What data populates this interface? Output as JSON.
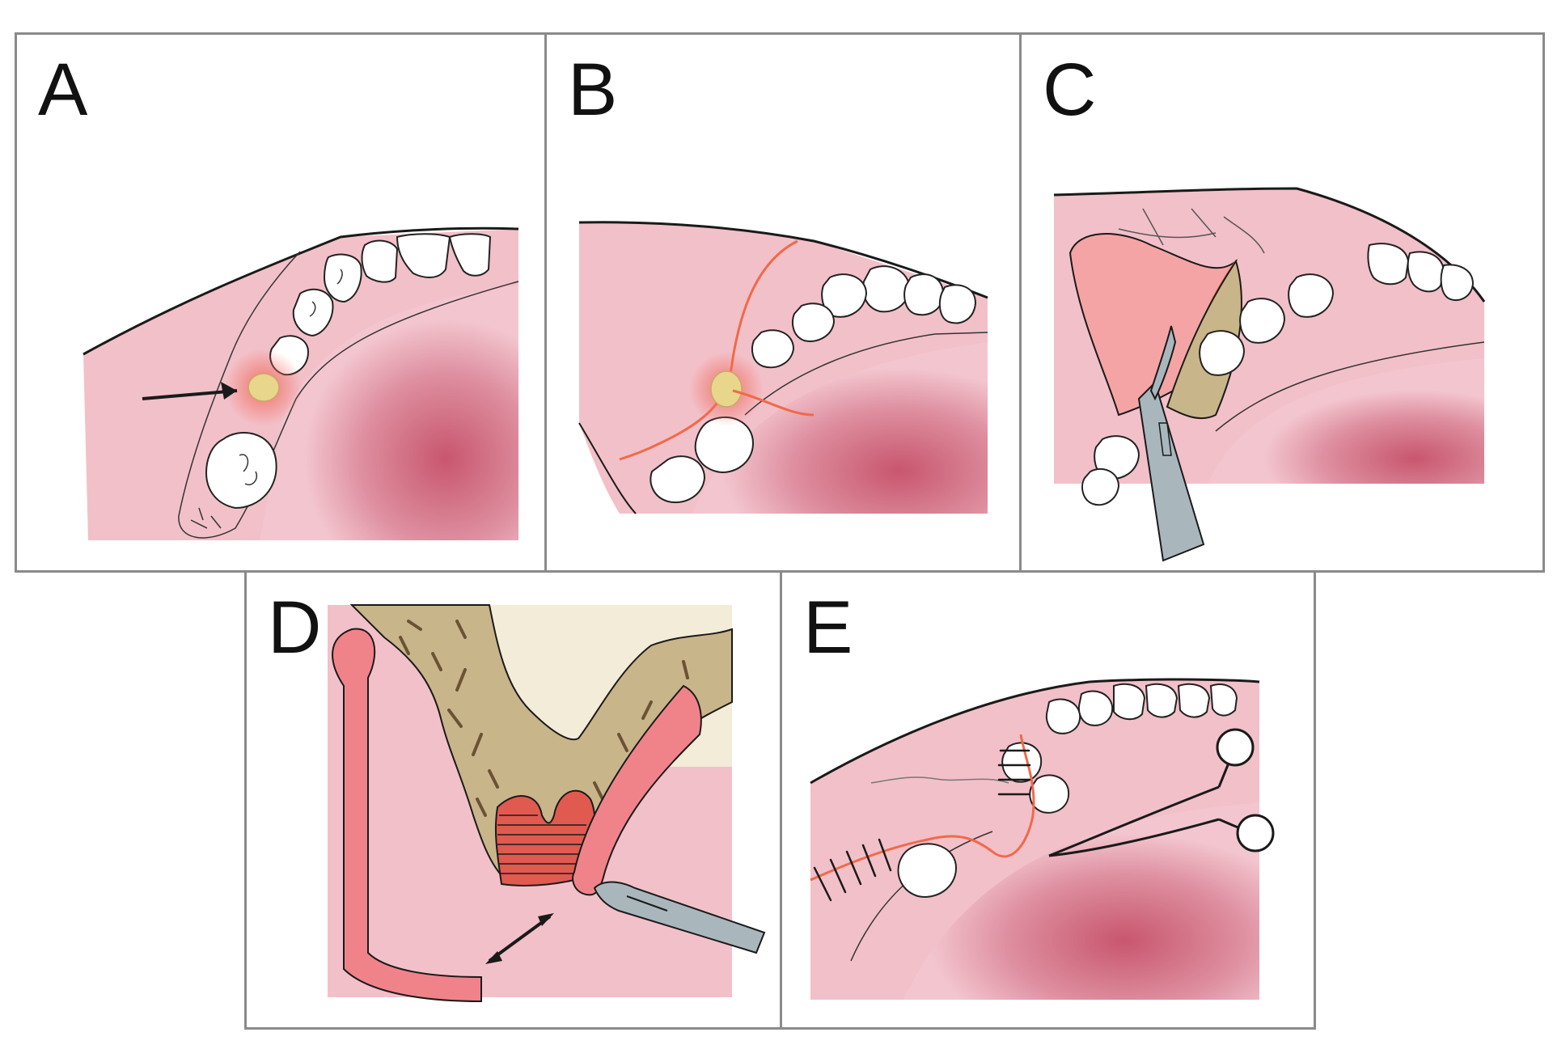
{
  "panels": [
    {
      "id": "A",
      "label": "A"
    },
    {
      "id": "B",
      "label": "B"
    },
    {
      "id": "C",
      "label": "C"
    },
    {
      "id": "D",
      "label": "D"
    },
    {
      "id": "E",
      "label": "E"
    }
  ],
  "colors": {
    "gingiva": "#f2c0c9",
    "gingiva_deep": "#c6586f",
    "incision": "#f06a4a",
    "lesion": "#e8d68c",
    "bone": "#c9b58a",
    "instrument": "#a9b7bd",
    "outline": "#1a1a1a"
  }
}
